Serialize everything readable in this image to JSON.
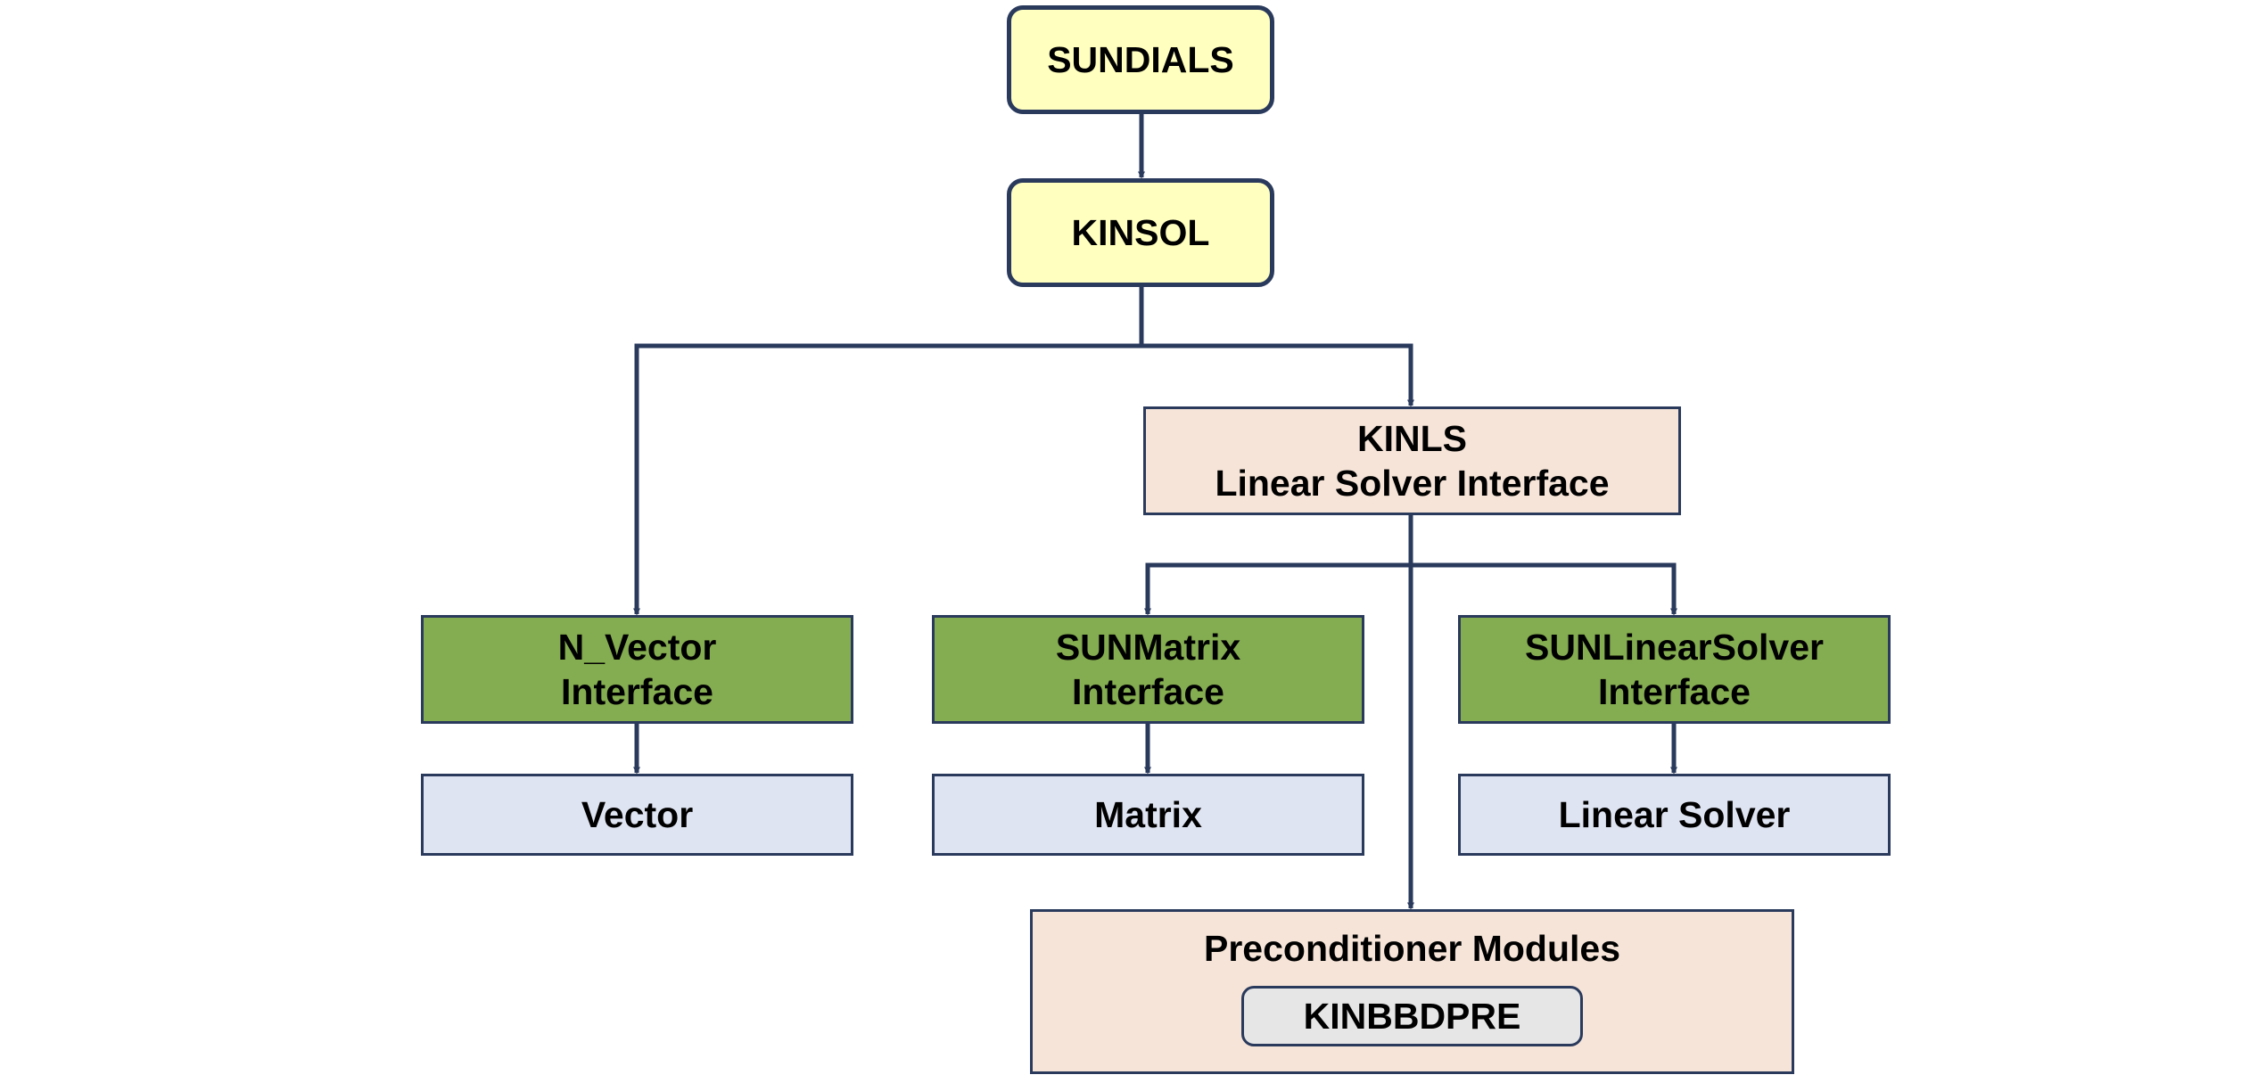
{
  "colors": {
    "line": "#2a3a5c",
    "top_fill": "#ffffc0",
    "interface_fill": "#84ac50",
    "module_fill": "#dfe4f2",
    "kinls_fill": "#f6e4d8",
    "pre_inner_fill": "#e6e6e6"
  },
  "nodes": {
    "sundials": {
      "label": "SUNDIALS"
    },
    "kinsol": {
      "label": "KINSOL"
    },
    "kinls": {
      "line1": "KINLS",
      "line2": "Linear Solver Interface"
    },
    "nvector": {
      "line1": "N_Vector",
      "line2": "Interface"
    },
    "sunmatrix": {
      "line1": "SUNMatrix",
      "line2": "Interface"
    },
    "sunlinsol": {
      "line1": "SUNLinearSolver",
      "line2": "Interface"
    },
    "vector": {
      "label": "Vector"
    },
    "matrix": {
      "label": "Matrix"
    },
    "linear_solver": {
      "label": "Linear Solver"
    },
    "preconditioner": {
      "label": "Preconditioner Modules",
      "item": "KINBBDPRE"
    }
  },
  "edges": [
    {
      "from": "SUNDIALS",
      "to": "KINSOL"
    },
    {
      "from": "KINSOL",
      "to": "N_Vector Interface"
    },
    {
      "from": "KINSOL",
      "to": "KINLS Linear Solver Interface"
    },
    {
      "from": "KINLS Linear Solver Interface",
      "to": "SUNMatrix Interface"
    },
    {
      "from": "KINLS Linear Solver Interface",
      "to": "SUNLinearSolver Interface"
    },
    {
      "from": "KINLS Linear Solver Interface",
      "to": "Preconditioner Modules"
    },
    {
      "from": "N_Vector Interface",
      "to": "Vector"
    },
    {
      "from": "SUNMatrix Interface",
      "to": "Matrix"
    },
    {
      "from": "SUNLinearSolver Interface",
      "to": "Linear Solver"
    }
  ]
}
